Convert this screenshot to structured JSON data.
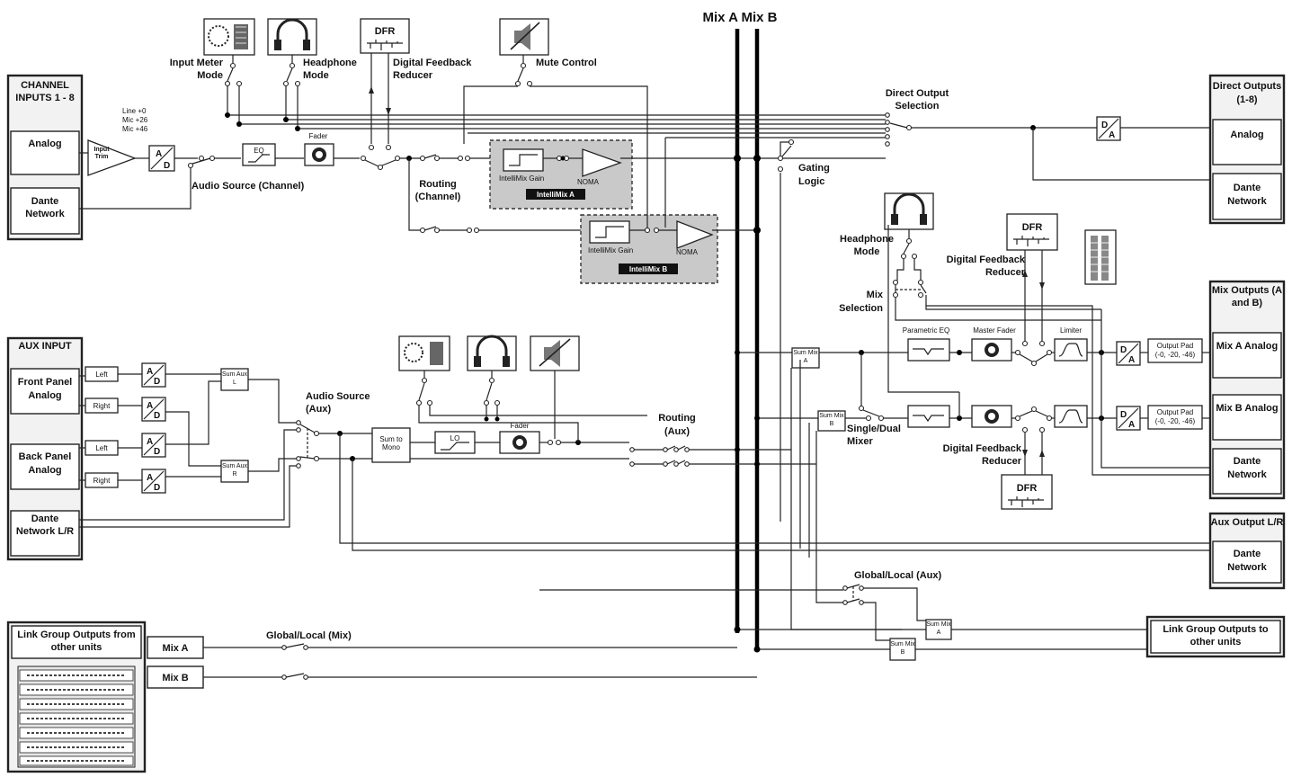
{
  "bus_header": "Mix A Mix B",
  "channel_inputs": {
    "title": "CHANNEL INPUTS 1 - 8",
    "analog": "Analog",
    "dante": "Dante Network"
  },
  "trim": {
    "label": "Input Trim",
    "levels": [
      "Line +0",
      "Mic +26",
      "Mic +46"
    ]
  },
  "ad": "A/D",
  "da": "D/A",
  "eq": "EQ",
  "fader": "Fader",
  "dfr_short": "DFR",
  "labels": {
    "input_meter_mode": "Input Meter Mode",
    "headphone_mode": "Headphone Mode",
    "dfr_long": "Digital Feedback Reducer",
    "mute_control": "Mute Control",
    "direct_output_selection": "Direct Output Selection",
    "gating_logic": "Gating Logic",
    "audio_source_channel": "Audio Source (Channel)",
    "routing_channel": "Routing (Channel)",
    "intellimix_gain": "IntelliMix Gain",
    "noma": "NOMA",
    "intellimix_a": "IntelliMix A",
    "intellimix_b": "IntelliMix B",
    "mix_selection": "Mix Selection",
    "parametric_eq": "Parametric EQ",
    "master_fader": "Master Fader",
    "limiter": "Limiter",
    "single_dual_mixer": "Single/Dual Mixer",
    "audio_source_aux": "Audio Source (Aux)",
    "routing_aux": "Routing (Aux)",
    "global_local_aux": "Global/Local (Aux)",
    "global_local_mix": "Global/Local (Mix)",
    "sum_to_mono": "Sum to Mono",
    "sum_aux_l": "Sum Aux L",
    "sum_aux_r": "Sum Aux R",
    "sum_mix_a": "Sum Mix A",
    "sum_mix_b": "Sum Mix B",
    "lo": "LO",
    "output_pad": "Output Pad",
    "pad_values": "(-0, -20, -46)"
  },
  "aux_input": {
    "title": "AUX INPUT",
    "front": "Front Panel Analog",
    "back": "Back Panel Analog",
    "dante": "Dante Network L/R",
    "left": "Left",
    "right": "Right"
  },
  "direct_outputs": {
    "title": "Direct Outputs (1-8)",
    "analog": "Analog",
    "dante": "Dante Network"
  },
  "mix_outputs": {
    "title": "Mix Outputs (A and B)",
    "mix_a": "Mix A Analog",
    "mix_b": "Mix B Analog",
    "dante": "Dante Network"
  },
  "aux_output": {
    "title": "Aux Output L/R",
    "dante": "Dante Network"
  },
  "link_in": {
    "title": "Link Group Outputs from other units",
    "mix_a": "Mix A",
    "mix_b": "Mix B"
  },
  "link_out": {
    "title": "Link Group Outputs to other units"
  }
}
